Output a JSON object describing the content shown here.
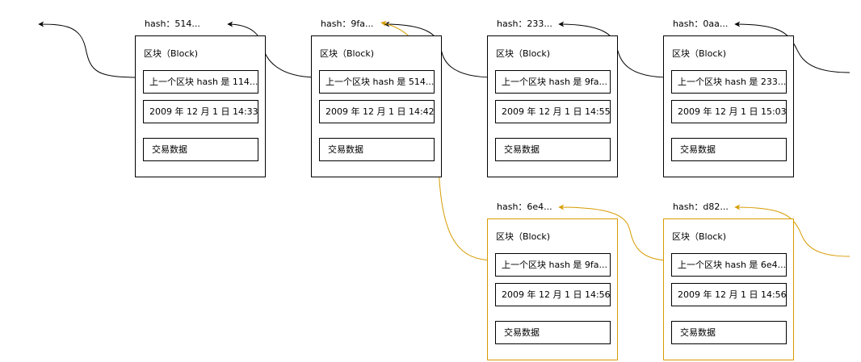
{
  "colors": {
    "main": "#000000",
    "fork": "#d79b00"
  },
  "blocks": [
    {
      "hash": "hash：514...",
      "title": "区块（Block)",
      "prev": "上一个区块 hash 是 114...",
      "time": "2009 年 12 月 1 日 14:33",
      "data": "交易数据"
    },
    {
      "hash": "hash：9fa...",
      "title": "区块（Block)",
      "prev": "上一个区块 hash 是 514...",
      "time": "2009 年 12 月 1 日 14:42",
      "data": "交易数据"
    },
    {
      "hash": "hash：233...",
      "title": "区块（Block)",
      "prev": "上一个区块 hash 是 9fa...",
      "time": "2009 年 12 月 1 日 14:55",
      "data": "交易数据"
    },
    {
      "hash": "hash：0aa...",
      "title": "区块（Block)",
      "prev": "上一个区块 hash 是 233...",
      "time": "2009 年 12 月 1 日 15:03",
      "data": "交易数据"
    },
    {
      "hash": "hash：6e4...",
      "title": "区块（Block)",
      "prev": "上一个区块 hash 是 9fa...",
      "time": "2009 年 12 月 1 日 14:56",
      "data": "交易数据"
    },
    {
      "hash": "hash：d82...",
      "title": "区块（Block)",
      "prev": "上一个区块 hash 是 6e4...",
      "time": "2009 年 12 月 1 日 14:56",
      "data": "交易数据"
    }
  ]
}
